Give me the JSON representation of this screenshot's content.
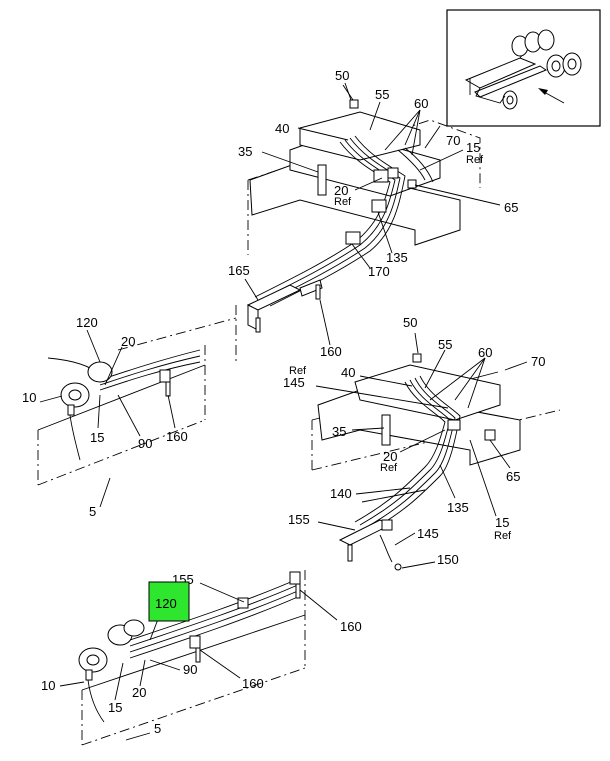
{
  "callouts": {
    "top": {
      "c50": "50",
      "c55": "55",
      "c60": "60",
      "c40": "40",
      "c70": "70",
      "c15": "15",
      "c15ref": "Ref",
      "c35": "35",
      "c20": "20",
      "c20ref": "Ref",
      "c65": "65",
      "c135": "135",
      "c165": "165",
      "c170": "170",
      "c160": "160"
    },
    "left_upper": {
      "c120": "120",
      "c20": "20",
      "c10": "10",
      "c15": "15",
      "c90": "90",
      "c160": "160",
      "c5": "5"
    },
    "right": {
      "c50": "50",
      "c55": "55",
      "c60": "60",
      "c70": "70",
      "c40": "40",
      "c145ref": "Ref",
      "c145": "145",
      "c35": "35",
      "c20": "20",
      "c20ref": "Ref",
      "c65": "65",
      "c140": "140",
      "c135": "135",
      "c15": "15",
      "c15ref": "Ref",
      "c155": "155",
      "c145b": "145",
      "c150": "150"
    },
    "bottom": {
      "c155": "155",
      "c120": "120",
      "c160a": "160",
      "c90": "90",
      "c10": "10",
      "c15": "15",
      "c20": "20",
      "c160b": "160",
      "c5": "5"
    }
  },
  "highlight": {
    "label": "120",
    "color": "#2ee62e"
  },
  "inset": {
    "icon": "truck-chassis-icon",
    "pointer": "arrow-icon"
  }
}
